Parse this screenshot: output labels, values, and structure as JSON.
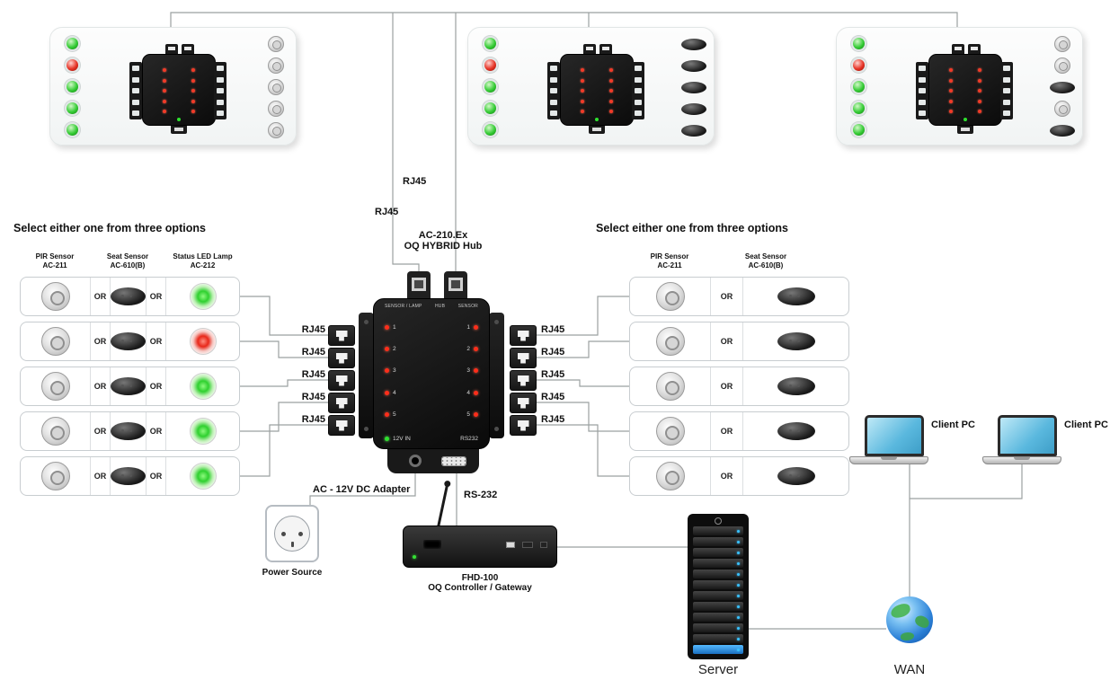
{
  "shared": {
    "or": "OR",
    "rj45": "RJ45"
  },
  "left_options": {
    "title": "Select either one from three options",
    "headers": [
      {
        "line1": "PIR Sensor",
        "line2": "AC-211"
      },
      {
        "line1": "Seat Sensor",
        "line2": "AC-610(B)"
      },
      {
        "line1": "Status LED Lamp",
        "line2": "AC-212"
      }
    ],
    "rows": [
      {
        "pir": "dome",
        "seat": "seat",
        "lamp": "green"
      },
      {
        "pir": "dome",
        "seat": "seat",
        "lamp": "red"
      },
      {
        "pir": "dome",
        "seat": "seat",
        "lamp": "green"
      },
      {
        "pir": "dome",
        "seat": "seat",
        "lamp": "green"
      },
      {
        "pir": "dome",
        "seat": "seat",
        "lamp": "green"
      }
    ]
  },
  "right_options": {
    "title": "Select either one from three options",
    "headers": [
      {
        "line1": "PIR Sensor",
        "line2": "AC-211"
      },
      {
        "line1": "Seat Sensor",
        "line2": "AC-610(B)"
      }
    ],
    "rows": [
      {
        "pir": "dome",
        "seat": "seat"
      },
      {
        "pir": "dome",
        "seat": "seat"
      },
      {
        "pir": "dome",
        "seat": "seat"
      },
      {
        "pir": "dome",
        "seat": "seat"
      },
      {
        "pir": "dome",
        "seat": "seat"
      }
    ]
  },
  "central_hub": {
    "title_line1": "AC-210.Ex",
    "title_line2": "OQ HYBRID Hub",
    "strip_left": "SENSOR / LAMP",
    "strip_mid": "HUB",
    "strip_right": "SENSOR",
    "row_numbers": [
      "1",
      "2",
      "3",
      "4",
      "5"
    ],
    "power_label": "12V IN",
    "rs232_label": "RS232"
  },
  "top_panels": [
    {
      "leds": [
        "green",
        "red",
        "green",
        "green",
        "green"
      ],
      "devices": [
        "pir",
        "pir",
        "pir",
        "pir",
        "pir"
      ]
    },
    {
      "leds": [
        "green",
        "red",
        "green",
        "green",
        "green"
      ],
      "devices": [
        "seat",
        "seat",
        "seat",
        "seat",
        "seat"
      ]
    },
    {
      "leds": [
        "green",
        "red",
        "green",
        "green",
        "green"
      ],
      "devices": [
        "pir",
        "pir",
        "seat",
        "pir",
        "seat"
      ]
    }
  ],
  "bottom": {
    "adapter_label": "AC - 12V DC Adapter",
    "rs232_label": "RS-232",
    "power_source_label": "Power Source",
    "gateway_label_line1": "FHD-100",
    "gateway_label_line2": "OQ Controller / Gateway",
    "server_label": "Server",
    "wan_label": "WAN",
    "client_pc_1_label": "Client PC",
    "client_pc_2_label": "Client PC"
  },
  "colors": {
    "wire": "#9ba1a1",
    "led_green": "#2ecc2e",
    "led_red": "#e8352a",
    "device_body": "#161616",
    "laptop_screen": "#57b8e0",
    "server_led": "#39c2ff"
  }
}
